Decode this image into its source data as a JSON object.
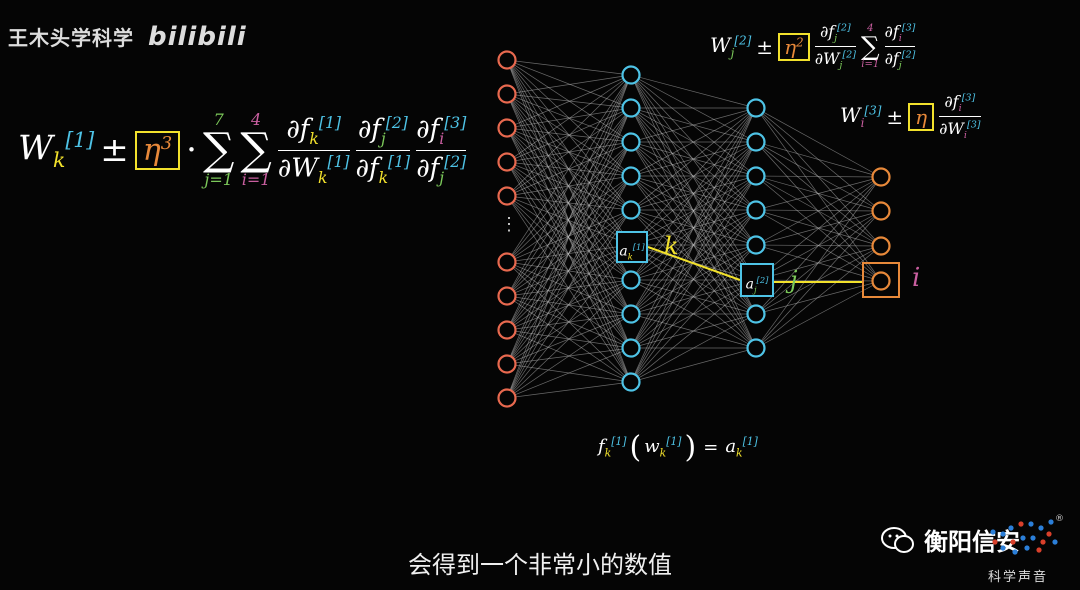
{
  "watermark": {
    "channel": "王木头学科学",
    "site": "bilibili"
  },
  "subtitle": "会得到一个非常小的数值",
  "brand": {
    "name": "衡阳信安",
    "tagline": "科学声音",
    "registered": "®"
  },
  "left_formula": {
    "w": "W",
    "w_sub": "k",
    "w_sup": "[1]",
    "pm": "±",
    "eta": "η",
    "eta_pow": "3",
    "dot": "·",
    "sum1_top": "7",
    "sum1_bottom": "j=1",
    "sum2_top": "4",
    "sum2_bottom": "i=1",
    "sigma": "∑",
    "frac1_num": "∂f",
    "frac1_num_sub": "k",
    "frac1_num_sup": "[1]",
    "frac1_den": "∂W",
    "frac1_den_sub": "k",
    "frac1_den_sup": "[1]",
    "frac2_num": "∂f",
    "frac2_num_sub": "j",
    "frac2_num_sup": "[2]",
    "frac2_den": "∂f",
    "frac2_den_sub": "k",
    "frac2_den_sup": "[1]",
    "frac3_num": "∂f",
    "frac3_num_sub": "i",
    "frac3_num_sup": "[3]",
    "frac3_den": "∂f",
    "frac3_den_sub": "j",
    "frac3_den_sup": "[2]"
  },
  "top_formula": {
    "w": "W",
    "w_sub": "j",
    "w_sup": "[2]",
    "pm": "±",
    "eta": "η",
    "eta_pow": "2",
    "sum_top": "4",
    "sum_bottom": "i=1",
    "frac1_num": "∂f",
    "frac1_num_sub": "j",
    "frac1_num_sup": "[2]",
    "frac1_den": "∂W",
    "frac1_den_sub": "j",
    "frac1_den_sup": "[2]",
    "frac2_num": "∂f",
    "frac2_num_sub": "i",
    "frac2_num_sup": "[3]",
    "frac2_den": "∂f",
    "frac2_den_sub": "j",
    "frac2_den_sup": "[2]"
  },
  "mid_formula": {
    "w": "W",
    "w_sub": "i",
    "w_sup": "[3]",
    "pm": "±",
    "eta": "η",
    "frac_num": "∂f",
    "frac_num_sub": "i",
    "frac_num_sup": "[3]",
    "frac_den": "∂W",
    "frac_den_sub": "i",
    "frac_den_sup": "[3]"
  },
  "bottom_formula": {
    "f": "f",
    "f_sub": "k",
    "f_sup": "[1]",
    "w": "w",
    "w_sub": "k",
    "w_sup": "[1]",
    "eq": "=",
    "a": "a",
    "a_sub": "k",
    "a_sup": "[1]"
  },
  "network_labels": {
    "node1": "a",
    "node1_sub": "k",
    "node1_sup": "[1]",
    "idx1": "k",
    "node2": "a",
    "node2_sub": "j",
    "node2_sup": "[2]",
    "idx2": "j",
    "idx3": "i",
    "ellipsis": "⋮"
  },
  "colors": {
    "input": "#e8694f",
    "hidden": "#4ec3e6",
    "output": "#e8893a",
    "highlight": "#f2e12c",
    "edge": "#bbbbbb"
  }
}
